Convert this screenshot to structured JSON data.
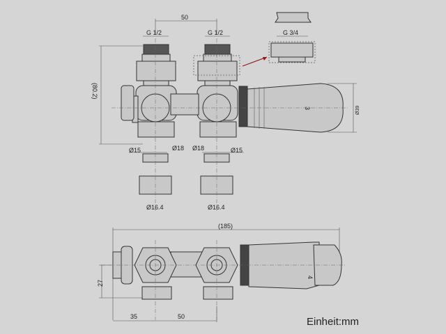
{
  "dimensions": {
    "top_spacing": "50",
    "thread_left": "G 1/2",
    "thread_right": "G 1/2",
    "adapter_thread": "G 3/4",
    "height": "(80.2)",
    "head_diameter": "Ø39",
    "left_outer": "Ø15",
    "left_inner": "Ø18",
    "right_inner": "Ø18",
    "right_outer": "Ø15",
    "fitting_left": "Ø16.4",
    "fitting_right": "Ø16.4",
    "overall_length": "(185)",
    "offset_height": "27",
    "bottom_offset": "35",
    "bottom_spacing": "50"
  },
  "thermostat_marks": {
    "top_view": "3",
    "front_view": "4"
  },
  "unit_label": "Einheit:mm",
  "colors": {
    "background": "#d5d5d5",
    "arrow": "#8b1a1a"
  }
}
